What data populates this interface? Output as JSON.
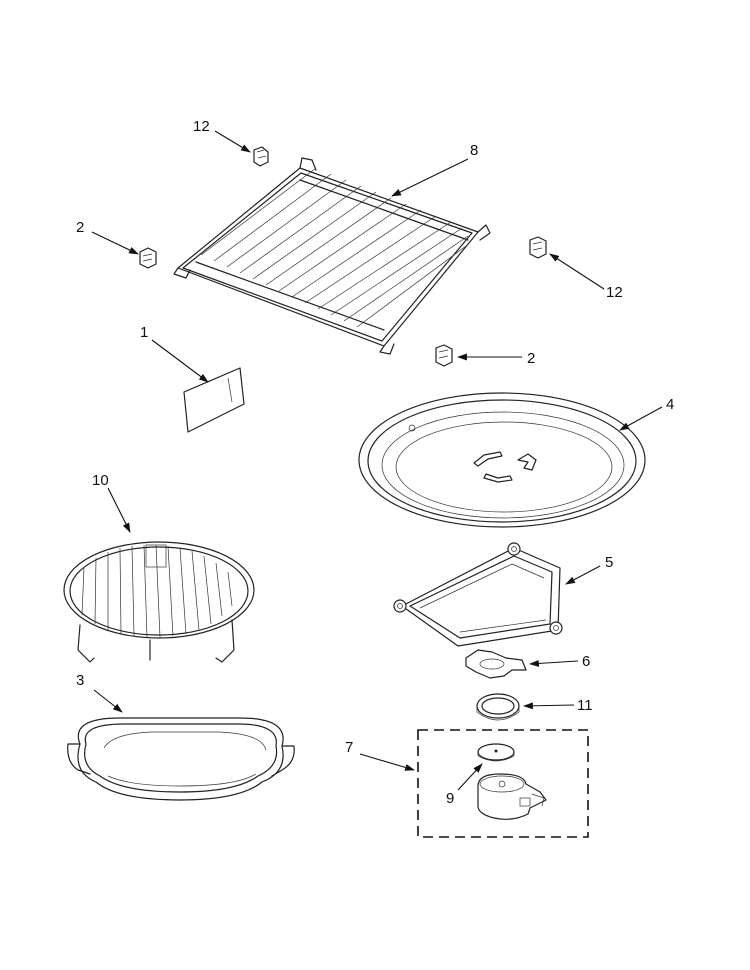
{
  "callouts": {
    "c1": "1",
    "c2a": "2",
    "c2b": "2",
    "c3": "3",
    "c4": "4",
    "c5": "5",
    "c6": "6",
    "c7": "7",
    "c8": "8",
    "c9": "9",
    "c10": "10",
    "c11": "11",
    "c12a": "12",
    "c12b": "12"
  }
}
